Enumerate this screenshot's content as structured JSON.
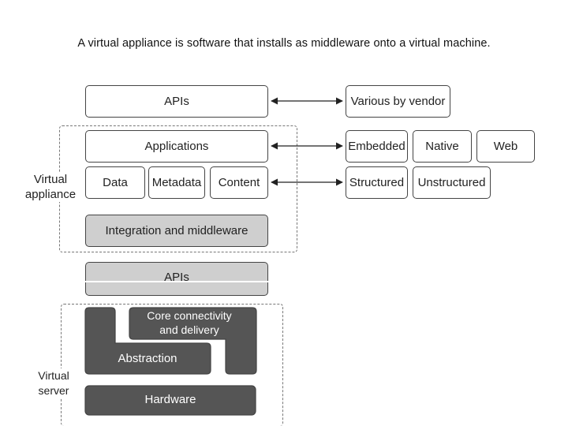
{
  "caption": "A virtual appliance is software that installs as middleware onto a virtual machine.",
  "left_stack": {
    "apis": "APIs",
    "applications": "Applications",
    "data": "Data",
    "metadata": "Metadata",
    "content": "Content",
    "integration": "Integration and middleware",
    "apis_lower": "APIs"
  },
  "right_column": {
    "vendor": "Various by vendor",
    "app_types": [
      "Embedded",
      "Native",
      "Web"
    ],
    "data_types": [
      "Structured",
      "Unstructured"
    ]
  },
  "virtual_appliance_label": "Virtual\nappliance",
  "virtual_server": {
    "label": "Virtual\nserver",
    "core": "Core connectivity\nand delivery",
    "abstraction": "Abstraction",
    "hardware": "Hardware"
  },
  "colors": {
    "gray_box": "#cfcfcf",
    "dark_box": "#555555",
    "border": "#444444"
  }
}
